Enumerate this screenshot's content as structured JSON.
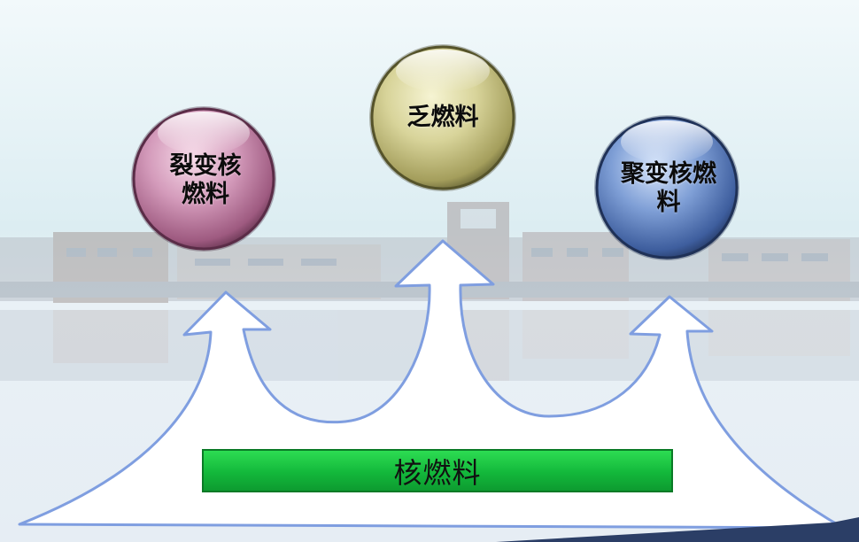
{
  "diagram": {
    "base_label": "核燃料",
    "nodes": [
      {
        "id": "fission",
        "label": "裂变核燃料",
        "color": "#c77fa8"
      },
      {
        "id": "depleted",
        "label": "乏燃料",
        "color": "#cfca88"
      },
      {
        "id": "fusion",
        "label": "聚变核燃料",
        "color": "#5578b8"
      }
    ],
    "colors": {
      "arrow_outline": "#7f9ee0",
      "bar_fill": "#1fc445",
      "sky_top": "#eaf5f8",
      "water": "#e4eef5"
    }
  }
}
